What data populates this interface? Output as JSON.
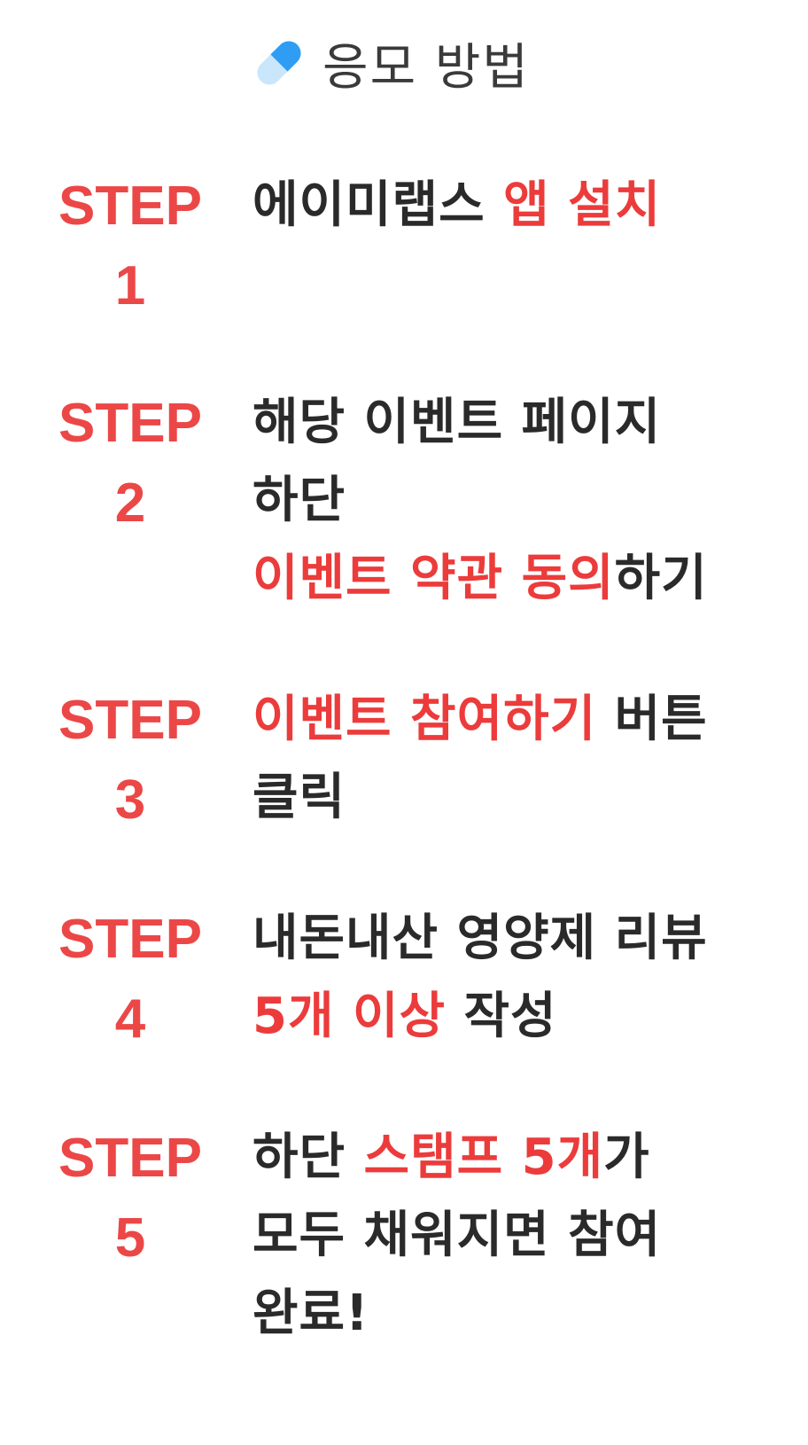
{
  "header": {
    "icon": "pill-icon",
    "title": "응모 방법"
  },
  "colors": {
    "accent_red": "#ec3b3b",
    "step_red": "#ec4747",
    "text_dark": "#2a2a2a",
    "pill_blue": "#2f9df4",
    "pill_light": "#c9e6fb"
  },
  "steps": [
    {
      "label_word": "STEP",
      "label_num": "1",
      "lines": [
        [
          {
            "text": "에이미랩스 ",
            "highlight": false
          },
          {
            "text": "앱 설치",
            "highlight": true
          }
        ]
      ]
    },
    {
      "label_word": "STEP",
      "label_num": "2",
      "lines": [
        [
          {
            "text": "해당 이벤트 페이지",
            "highlight": false
          }
        ],
        [
          {
            "text": "하단",
            "highlight": false
          }
        ],
        [
          {
            "text": "이벤트 약관 동의",
            "highlight": true
          },
          {
            "text": "하기",
            "highlight": false
          }
        ]
      ]
    },
    {
      "label_word": "STEP",
      "label_num": "3",
      "lines": [
        [
          {
            "text": "이벤트 참여하기",
            "highlight": true
          },
          {
            "text": " 버튼",
            "highlight": false
          }
        ],
        [
          {
            "text": "클릭",
            "highlight": false
          }
        ]
      ]
    },
    {
      "label_word": "STEP",
      "label_num": "4",
      "lines": [
        [
          {
            "text": "내돈내산 영양제 리뷰",
            "highlight": false
          }
        ],
        [
          {
            "text": "5개 이상",
            "highlight": true
          },
          {
            "text": " 작성",
            "highlight": false
          }
        ]
      ]
    },
    {
      "label_word": "STEP",
      "label_num": "5",
      "lines": [
        [
          {
            "text": "하단 ",
            "highlight": false
          },
          {
            "text": "스탬프 5개",
            "highlight": true
          },
          {
            "text": "가",
            "highlight": false
          }
        ],
        [
          {
            "text": "모두 채워지면 참여",
            "highlight": false
          }
        ],
        [
          {
            "text": "완료!",
            "highlight": false
          }
        ]
      ]
    }
  ]
}
